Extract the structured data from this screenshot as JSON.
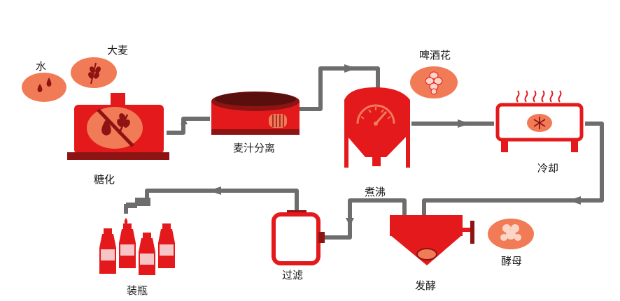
{
  "labels": {
    "water": "水",
    "barley": "大麦",
    "mashing": "糖化",
    "lautering": "麦汁分离",
    "hops": "啤酒花",
    "cooling": "冷却",
    "boiling": "煮沸",
    "yeast": "酵母",
    "fermentation": "发酵",
    "filtration": "过滤",
    "bottling": "装瓶"
  },
  "colors": {
    "red": "#e4191c",
    "dark_red": "#8e1414",
    "salmon": "#f27b57",
    "pipe": "#6d6d6d",
    "text": "#1a1a1a"
  }
}
